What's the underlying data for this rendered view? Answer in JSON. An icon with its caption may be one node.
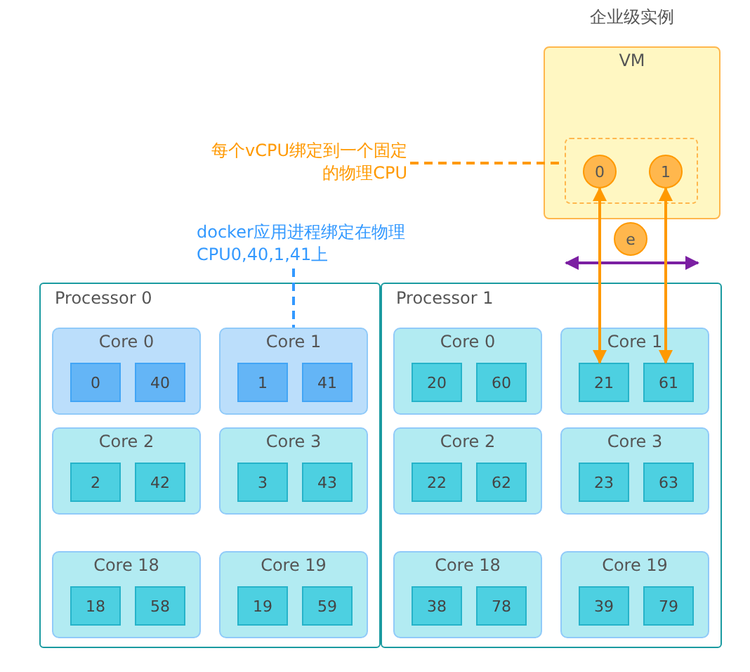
{
  "diagram": {
    "nodes": [
      {
        "text": [
          "企业级实例",
          "VM"
        ]
      },
      {
        "text": [],
        "shape": "box",
        "in": 0
      },
      {
        "text": [
          "0"
        ],
        "in": 1
      },
      {
        "text": [
          "1"
        ],
        "in": 1
      },
      {
        "text": [
          "e"
        ]
      },
      {
        "text": [
          "每个vCPU绑定到一个固定的物理CPU"
        ]
      },
      {
        "text": [
          "docker应用进程绑定在物理CPU0,40,1,41上"
        ]
      },
      {
        "text": [
          "Processor 0"
        ]
      },
      {
        "text": [
          "Core 0"
        ],
        "in": 7
      },
      {
        "text": [
          "0"
        ],
        "in": 8
      },
      {
        "text": [
          "40"
        ],
        "in": 8
      },
      {
        "text": [
          "Core 1"
        ],
        "in": 7
      },
      {
        "text": [
          "1"
        ],
        "in": 11
      },
      {
        "text": [
          "41"
        ],
        "in": 11
      },
      {
        "text": [
          "Core 2"
        ],
        "in": 7
      },
      {
        "text": [
          "2"
        ],
        "in": 14
      },
      {
        "text": [
          "42"
        ],
        "in": 14
      },
      {
        "text": [
          "Core 3"
        ],
        "in": 7
      },
      {
        "text": [
          "3"
        ],
        "in": 17
      },
      {
        "text": [
          "43"
        ],
        "in": 17
      },
      {
        "text": [
          "Core 18"
        ],
        "in": 7
      },
      {
        "text": [
          "18"
        ],
        "in": 20
      },
      {
        "text": [
          "58"
        ],
        "in": 20
      },
      {
        "text": [
          "Core 19"
        ],
        "in": 7
      },
      {
        "text": [
          "19"
        ],
        "in": 23
      },
      {
        "text": [
          "59"
        ],
        "in": 23
      },
      {
        "text": [
          "Processor 1"
        ]
      },
      {
        "text": [
          "Core 0"
        ],
        "in": 26
      },
      {
        "text": [
          "20"
        ],
        "in": 27
      },
      {
        "text": [
          "60"
        ],
        "in": 27
      },
      {
        "text": [
          "Core 1"
        ],
        "in": 26
      },
      {
        "text": [
          "21"
        ],
        "in": 30
      },
      {
        "text": [
          "61"
        ],
        "in": 30
      },
      {
        "text": [
          "Core 2"
        ],
        "in": 26
      },
      {
        "text": [
          "22"
        ],
        "in": 33
      },
      {
        "text": [
          "62"
        ],
        "in": 33
      },
      {
        "text": [
          "Core 3"
        ],
        "in": 26
      },
      {
        "text": [
          "23"
        ],
        "in": 36
      },
      {
        "text": [
          "63"
        ],
        "in": 36
      },
      {
        "text": [
          "Core 18"
        ],
        "in": 26
      },
      {
        "text": [
          "38"
        ],
        "in": 39
      },
      {
        "text": [
          "78"
        ],
        "in": 39
      },
      {
        "text": [
          "Core 19"
        ],
        "in": 26
      },
      {
        "text": [
          "39"
        ],
        "in": 42
      },
      {
        "text": [
          "79"
        ],
        "in": 42
      }
    ],
    "edges": [
      {
        "from": 5,
        "to": 1,
        "arrow": "none",
        "style": "dashed",
        "color": "#ff9900"
      },
      {
        "from": 6,
        "to": 11,
        "arrow": "none",
        "style": "dashed",
        "color": "#3399ff"
      },
      {
        "from": 2,
        "to": 31,
        "arrow": "both",
        "color": "#ff9900"
      },
      {
        "from": 3,
        "to": 32,
        "arrow": "both",
        "color": "#ff9900"
      }
    ]
  }
}
